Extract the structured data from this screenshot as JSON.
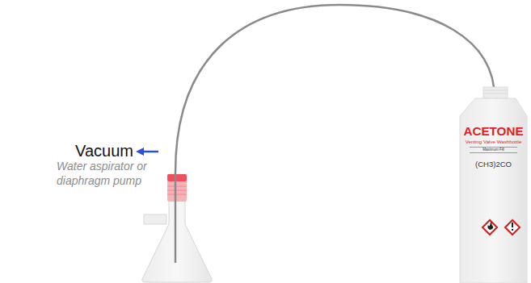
{
  "diagram": {
    "nodes": [
      {
        "text": [
          "ACETONE",
          "Venting Valve Washbottle",
          "Maximum Fill",
          "(CH3)2CO"
        ]
      }
    ],
    "labels": [
      "Vacuum",
      "Water aspirator or diaphragm pump"
    ]
  }
}
